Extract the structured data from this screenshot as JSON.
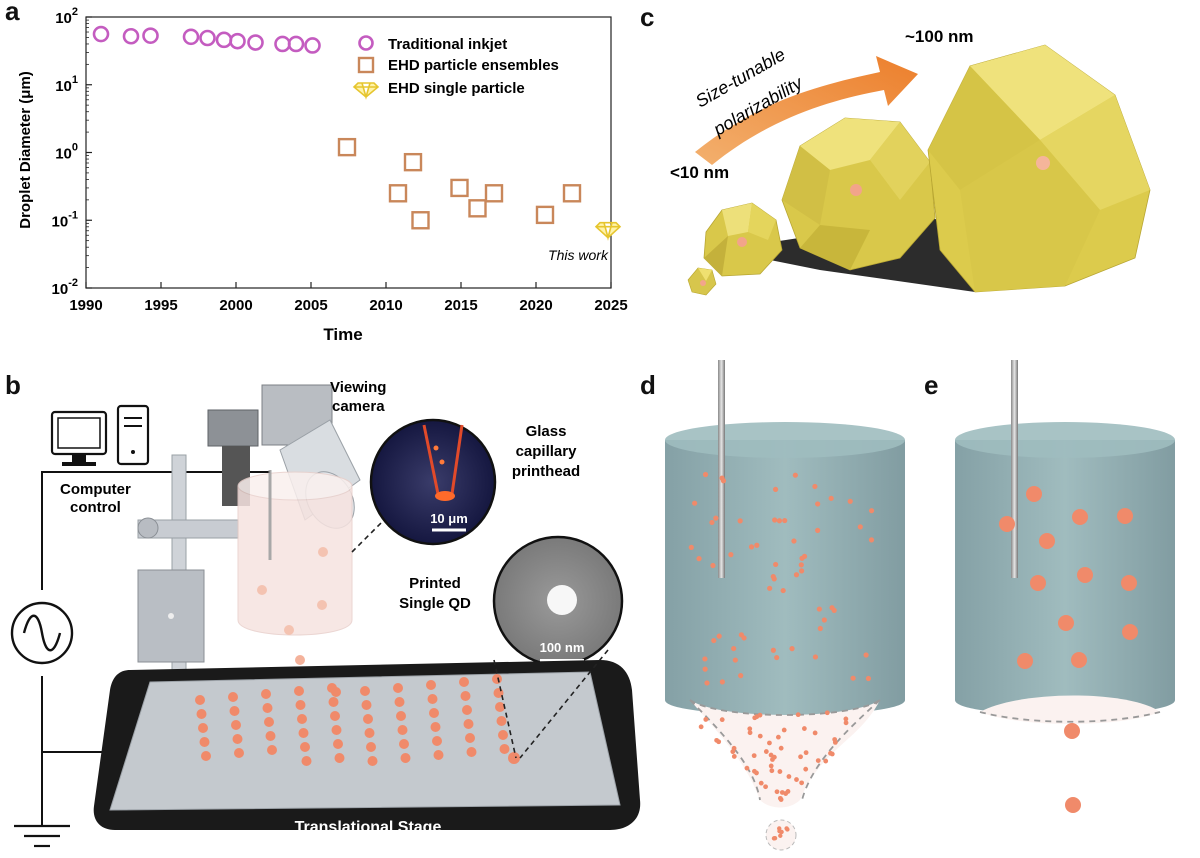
{
  "panels": {
    "a": "a",
    "b": "b",
    "c": "c",
    "d": "d",
    "e": "e"
  },
  "chart_data": {
    "type": "scatter",
    "xlabel": "Time",
    "ylabel": "Droplet Diameter (μm)",
    "xlim": [
      1990,
      2025
    ],
    "ylim_log10": [
      -2,
      2
    ],
    "y_scale": "log",
    "x_ticks": [
      "1990",
      "1995",
      "2000",
      "2005",
      "2010",
      "2015",
      "2020",
      "2025"
    ],
    "y_ticks": [
      {
        "base": "10",
        "exp": "2",
        "value": 100
      },
      {
        "base": "10",
        "exp": "1",
        "value": 10
      },
      {
        "base": "10",
        "exp": "0",
        "value": 1
      },
      {
        "base": "10",
        "exp": "-1",
        "value": 0.1
      },
      {
        "base": "10",
        "exp": "-2",
        "value": 0.01
      }
    ],
    "legend_position": "top-right",
    "grid": false,
    "series": [
      {
        "name": "Traditional inkjet",
        "marker": "circle",
        "color": "#c45cc0",
        "points": [
          [
            1991,
            56
          ],
          [
            1993,
            52
          ],
          [
            1994.3,
            53
          ],
          [
            1997,
            51
          ],
          [
            1998.1,
            49
          ],
          [
            1999.2,
            46
          ],
          [
            2000.1,
            44
          ],
          [
            2001.3,
            42
          ],
          [
            2003.1,
            40
          ],
          [
            2004,
            40
          ],
          [
            2005.1,
            38
          ]
        ]
      },
      {
        "name": "EHD particle ensembles",
        "marker": "square",
        "color": "#c9875a",
        "points": [
          [
            2007.4,
            1.2
          ],
          [
            2010.8,
            0.25
          ],
          [
            2011.8,
            0.72
          ],
          [
            2012.3,
            0.1
          ],
          [
            2014.9,
            0.3
          ],
          [
            2016.1,
            0.15
          ],
          [
            2017.2,
            0.25
          ],
          [
            2020.6,
            0.12
          ],
          [
            2022.4,
            0.25
          ]
        ]
      },
      {
        "name": "EHD single particle",
        "marker": "diamond",
        "color": "#e6c52e",
        "points": [
          [
            2024.8,
            0.075
          ]
        ]
      }
    ],
    "annotations": [
      "This work"
    ]
  },
  "panel_b": {
    "labels": {
      "viewing_camera_1": "Viewing",
      "viewing_camera_2": "camera",
      "computer_control_1": "Computer",
      "computer_control_2": "control",
      "glass_capillary_1": "Glass",
      "glass_capillary_2": "capillary",
      "glass_capillary_3": "printhead",
      "printed_qd_1": "Printed",
      "printed_qd_2": "Single QD",
      "stage": "Translational Stage",
      "scale_inset_1": "10 μm",
      "scale_inset_2": "100 nm"
    }
  },
  "panel_c": {
    "arrow_label_1": "Size-tunable",
    "arrow_label_2": "polarizability",
    "small_label": "<10 nm",
    "large_label": "~100 nm"
  },
  "colors": {
    "inkjet": "#c45cc0",
    "ensembles": "#c9875a",
    "single": "#e6c52e",
    "particle": "#f08a6a",
    "crystal": "#e2d34e",
    "arrow": "#ef8a3c"
  }
}
